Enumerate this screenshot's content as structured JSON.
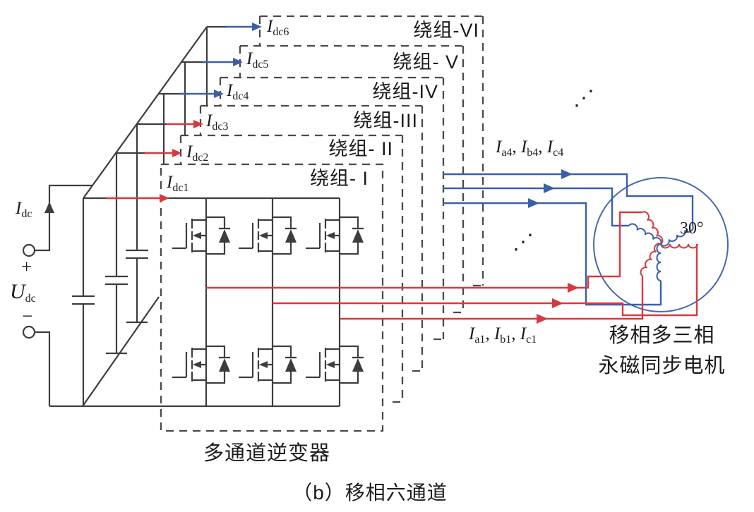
{
  "source": {
    "idc": {
      "base": "I",
      "sub": "dc"
    },
    "udc": {
      "base": "U",
      "sub": "dc"
    },
    "plus": "+",
    "minus": "−"
  },
  "channel_currents": [
    {
      "base": "I",
      "sub": "dc1"
    },
    {
      "base": "I",
      "sub": "dc2"
    },
    {
      "base": "I",
      "sub": "dc3"
    },
    {
      "base": "I",
      "sub": "dc4"
    },
    {
      "base": "I",
      "sub": "dc5"
    },
    {
      "base": "I",
      "sub": "dc6"
    }
  ],
  "windings": [
    {
      "label": "绕组- I"
    },
    {
      "label": "绕组- II"
    },
    {
      "label": "绕组-III"
    },
    {
      "label": "绕组-IV"
    },
    {
      "label": "绕组- V"
    },
    {
      "label": "绕组-VI"
    }
  ],
  "phase_labels": {
    "separator": ", ",
    "group4": [
      {
        "base": "I",
        "sub": "a4"
      },
      {
        "base": "I",
        "sub": "b4"
      },
      {
        "base": "I",
        "sub": "c4"
      }
    ],
    "group1": [
      {
        "base": "I",
        "sub": "a1"
      },
      {
        "base": "I",
        "sub": "b1"
      },
      {
        "base": "I",
        "sub": "c1"
      }
    ]
  },
  "motor": {
    "angle": "30°",
    "name_line1": "移相多三相",
    "name_line2": "永磁同步电机"
  },
  "inverter_label": "多通道逆变器",
  "caption": "（b）移相六通道",
  "dots": "⋰",
  "colors": {
    "red": "#d63a3f",
    "blue": "#3a60aa",
    "line": "#3d3d3d",
    "dash": "#4a4a4a",
    "motor_circle": "#4868ae"
  }
}
